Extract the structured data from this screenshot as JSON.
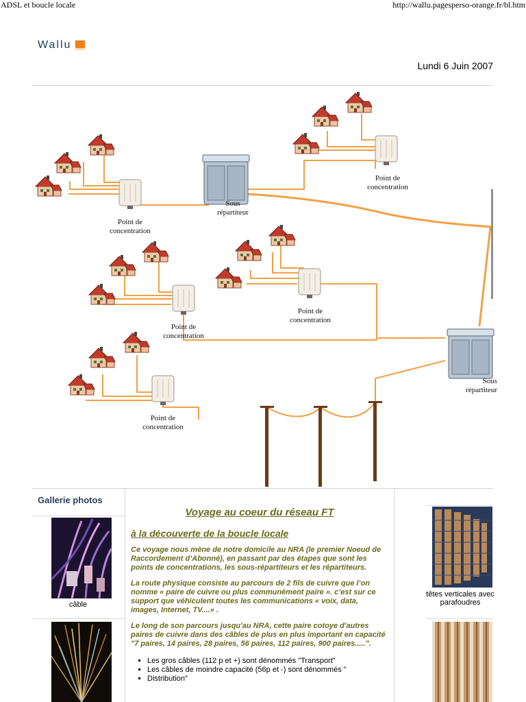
{
  "print_header": {
    "title": "ADSL et boucle locale",
    "url": "http://wallu.pagesperso-orange.fr/bl.htm"
  },
  "logo": {
    "text": "Wallu",
    "accent": "#f07f15"
  },
  "date": "Lundi 6 Juin 2007",
  "diagram": {
    "labels": {
      "pc1": [
        "Point de",
        "concentration"
      ],
      "pc2": [
        "Point de",
        "concentration"
      ],
      "pc3": [
        "Point de",
        "concentration"
      ],
      "pc4": [
        "Point de",
        "concentration"
      ],
      "pc5": [
        "Point de",
        "concentration"
      ],
      "sr1": [
        "Sous",
        "répartiteur"
      ],
      "sr2": [
        "Sous",
        "répartiteur"
      ]
    },
    "cable_color": "#f0a145"
  },
  "gallery": {
    "title": "Gallerie photos",
    "items": [
      {
        "caption": "câble"
      }
    ]
  },
  "article": {
    "title": "Voyage au coeur du réseau FT",
    "subtitle": "à la découverte de la boucle locale",
    "paragraphs": [
      "Ce voyage nous mène de notre domicile au NRA (le premier Noeud de Raccordement d’Abonné), en passant par des étapes que sont les points de concentrations, les sous-répartiteurs et les répartiteurs.",
      "La route physique consiste au parcours de 2 fils de cuivre que l’on nomme « paire de cuivre ou plus communément paire ». c’est sur ce support que véhiculent toutes les communications « voix, data, images, Internet, TV....» .",
      "Le long de son parcours jusqu'au NRA, cette paire cotoye d'autres paires de cuivre dans des câbles de plus en plus important en capacité \"7 paires, 14 paires, 28 paires, 56 paires, 112 paires, 900 paires.....\"."
    ],
    "bullets": [
      "Les gros câbles (112 p et +) sont dénommés \"Transport\"",
      "Les câbles de moindre capacité (56p et -) sont dénommés \"",
      "Distribution\""
    ],
    "text_color": "#6b6a1e"
  },
  "right_gallery": {
    "items": [
      {
        "caption": [
          "têtes verticales avec",
          "parafoudres"
        ]
      }
    ]
  }
}
